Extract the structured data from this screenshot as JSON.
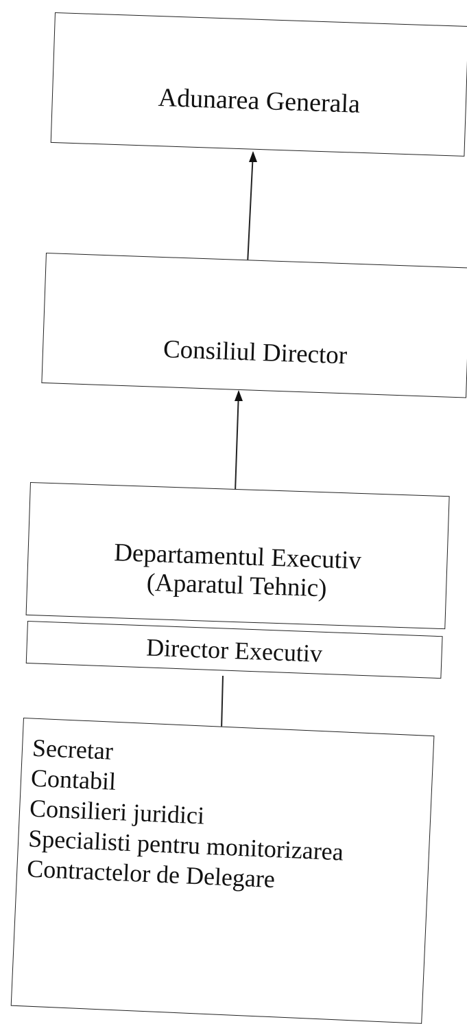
{
  "diagram": {
    "nodes": {
      "general_assembly": {
        "label": "Adunarea Generala"
      },
      "board_of_directors": {
        "label": "Consiliul Director"
      },
      "executive_department": {
        "line1": "Departamentul Executiv",
        "line2": "(Aparatul Tehnic)"
      },
      "executive_director": {
        "label": "Director Executiv"
      },
      "staff": {
        "items": [
          "Secretar",
          "Contabil",
          "Consilieri juridici",
          "Specialisti pentru monitorizarea",
          "Contractelor de Delegare"
        ]
      }
    },
    "edges": [
      {
        "from": "board_of_directors",
        "to": "general_assembly",
        "arrow": true
      },
      {
        "from": "executive_department",
        "to": "board_of_directors",
        "arrow": true
      },
      {
        "from": "executive_director",
        "to": "staff",
        "arrow": false
      }
    ],
    "line_color": "#222222",
    "background_color": "#ffffff"
  }
}
